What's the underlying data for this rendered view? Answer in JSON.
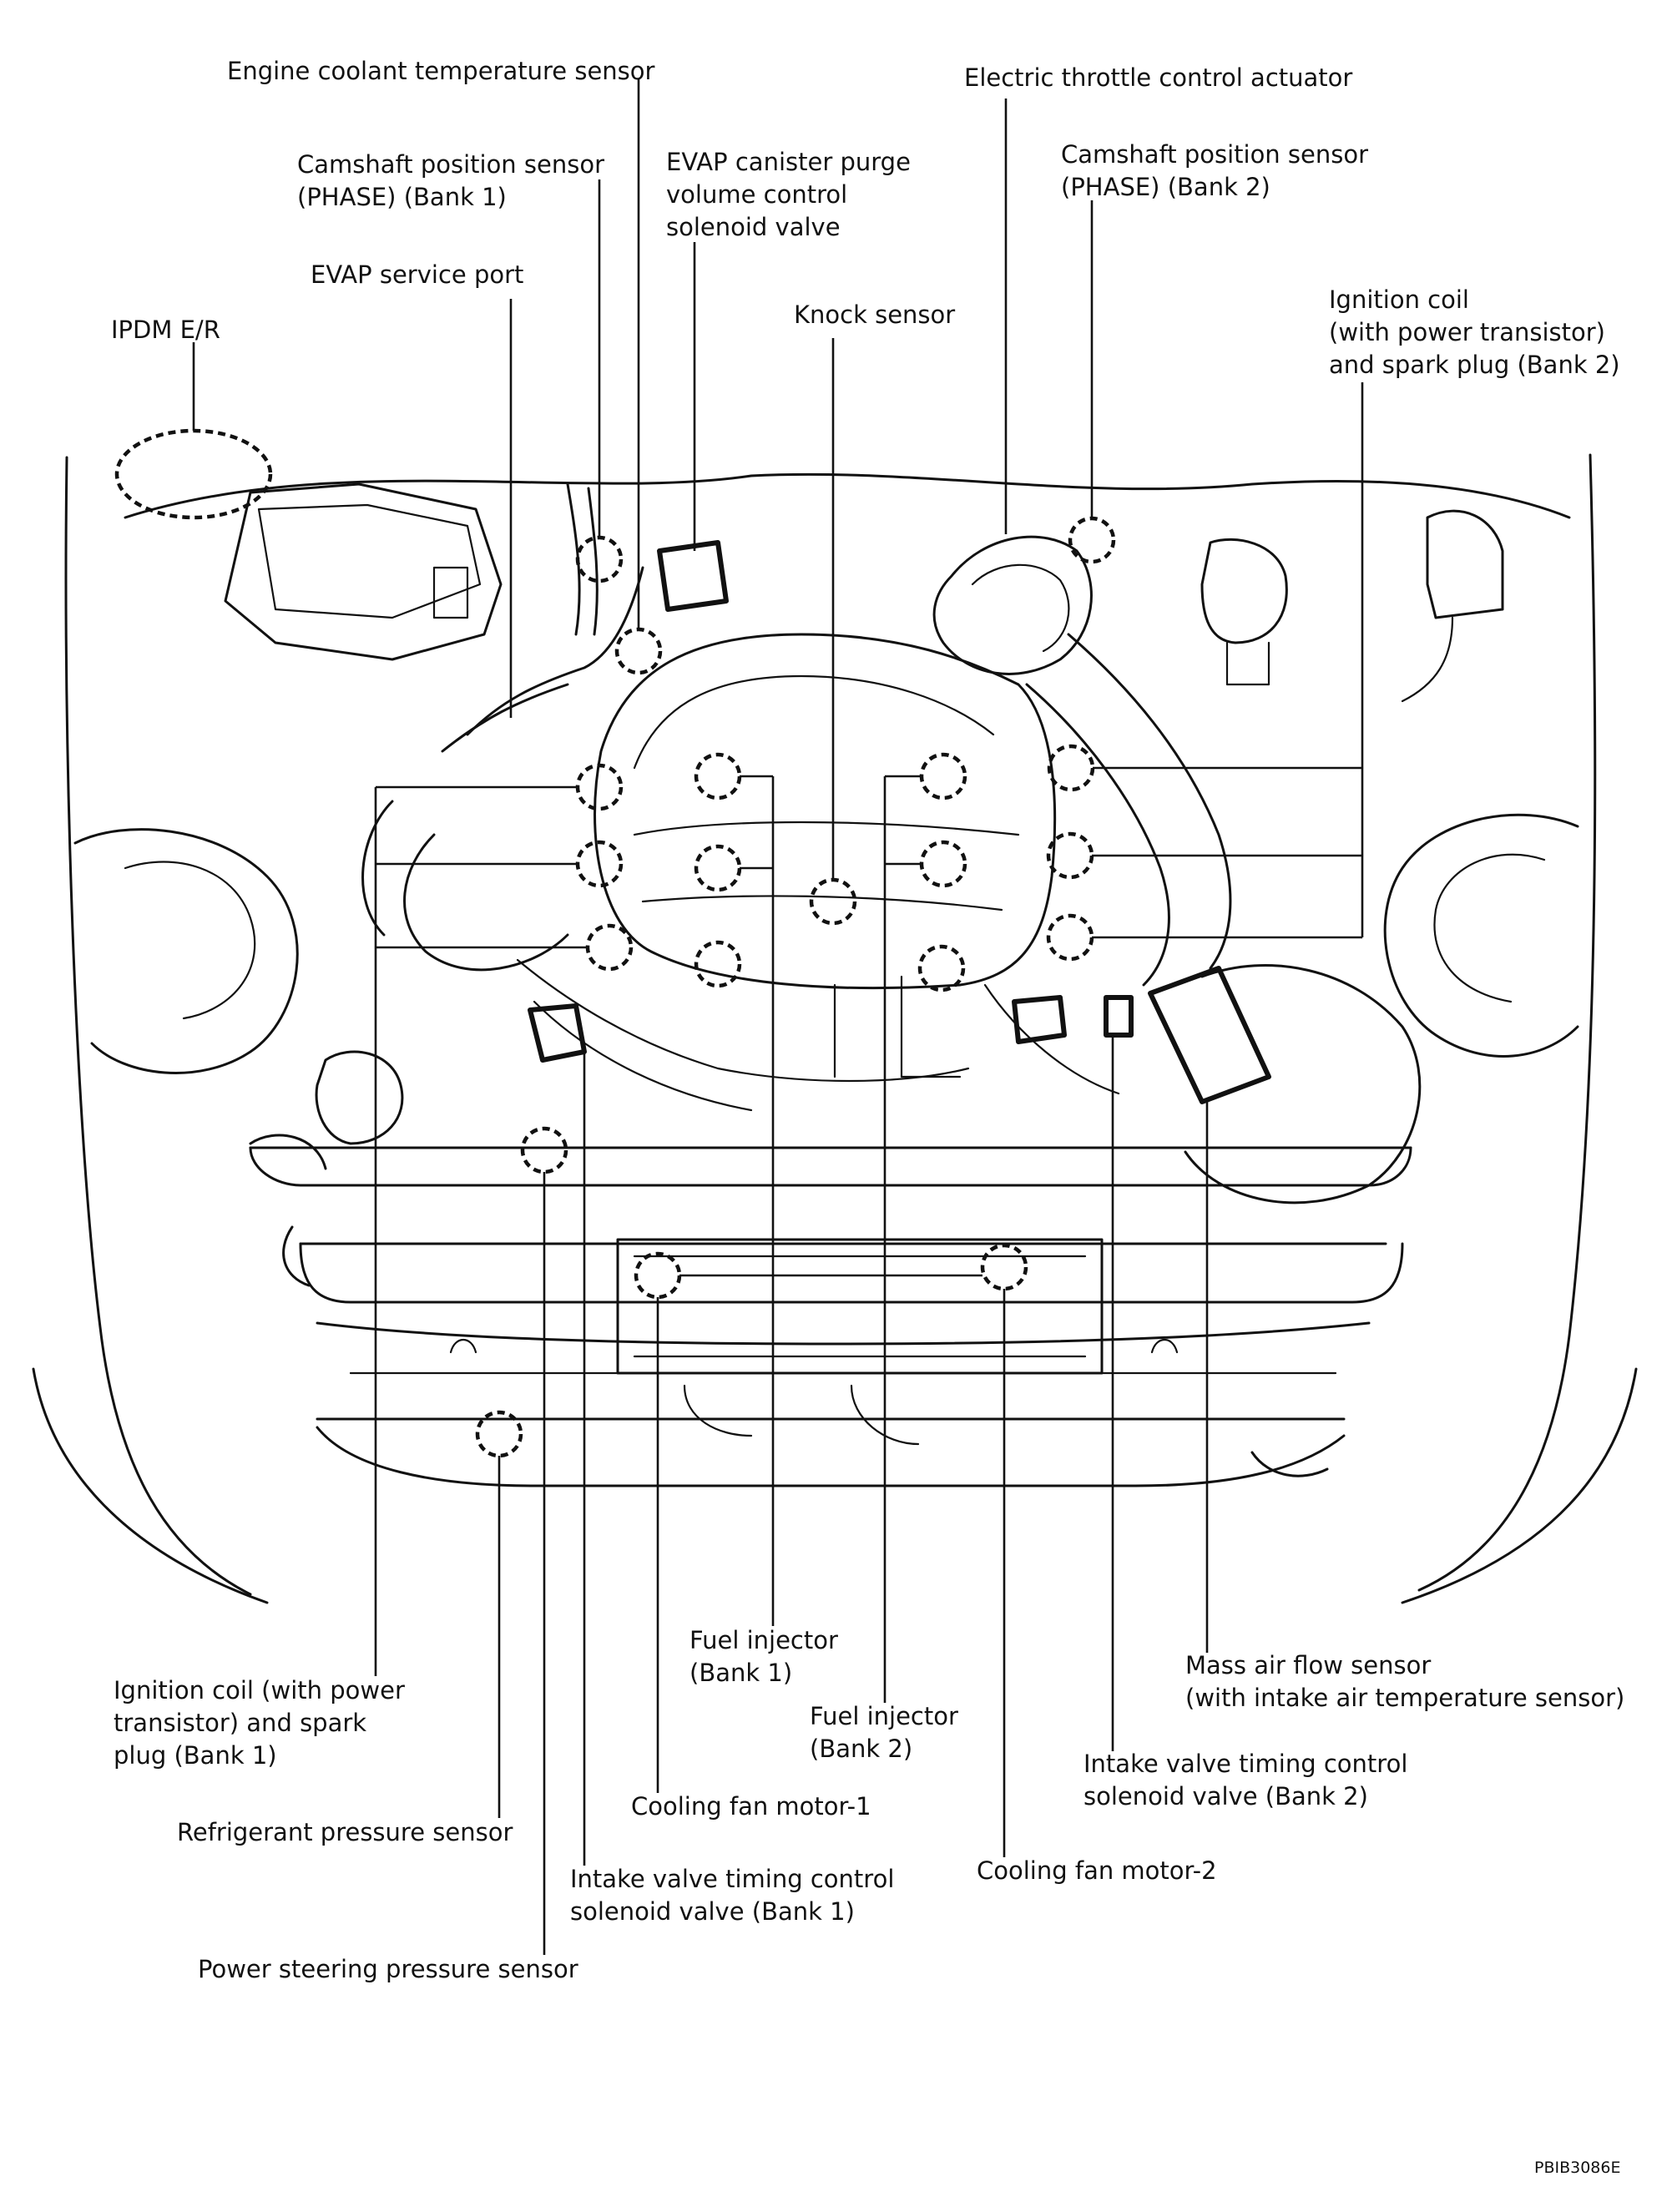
{
  "labels": {
    "engine_coolant_temp": "Engine coolant temperature sensor",
    "electric_throttle": "Electric throttle control actuator",
    "cmp_bank1": "Camshaft position sensor\n(PHASE) (Bank 1)",
    "evap_purge": "EVAP canister purge\nvolume control\nsolenoid valve",
    "cmp_bank2": "Camshaft position sensor\n(PHASE) (Bank 2)",
    "evap_service_port": "EVAP service port",
    "knock_sensor": "Knock sensor",
    "ignition_bank2": "Ignition coil\n(with power transistor)\nand spark plug (Bank 2)",
    "ipdm": "IPDM E/R",
    "fuel_injector_bank1": "Fuel injector\n(Bank 1)",
    "maf_sensor": "Mass air flow sensor\n(with intake air temperature sensor)",
    "ignition_bank1": "Ignition coil (with power\ntransistor) and spark\nplug (Bank 1)",
    "fuel_injector_bank2": "Fuel injector\n(Bank 2)",
    "ivt_bank2": "Intake valve timing control\nsolenoid valve (Bank 2)",
    "cooling_fan_1": "Cooling fan motor-1",
    "refrigerant_pressure": "Refrigerant pressure sensor",
    "ivt_bank1": "Intake valve timing control\nsolenoid valve (Bank 1)",
    "cooling_fan_2": "Cooling fan motor-2",
    "power_steering": "Power steering pressure sensor"
  },
  "figure_code": "PBIB3086E"
}
